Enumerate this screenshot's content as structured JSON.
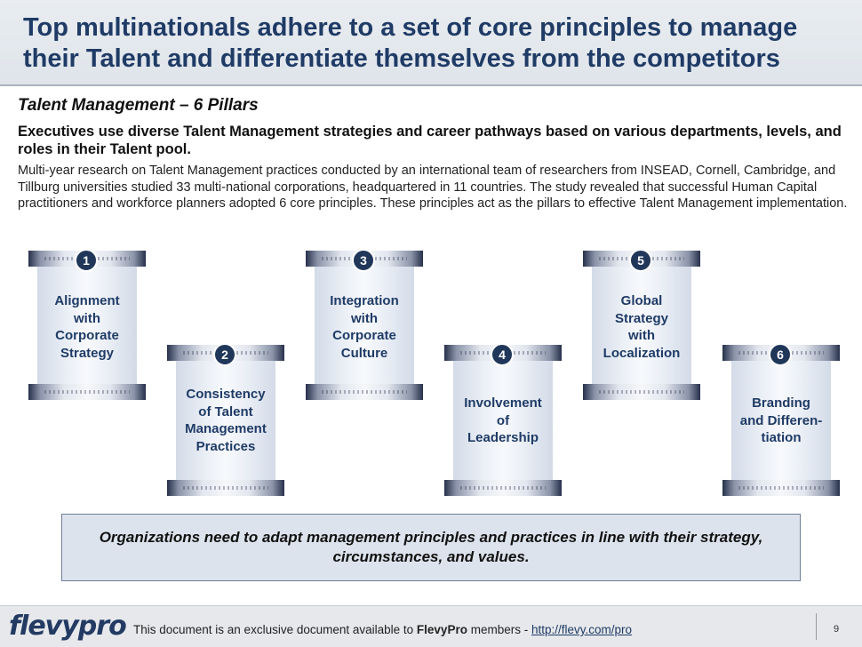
{
  "header": {
    "title": "Top multinationals adhere to a set of core principles to manage their Talent and differentiate themselves from the competitors"
  },
  "section": {
    "title": "Talent Management – 6 Pillars",
    "lead": "Executives use diverse Talent Management strategies and career pathways based on various departments, levels, and roles in their Talent pool.",
    "body": "Multi-year research on Talent Management practices conducted by an international team of researchers from INSEAD, Cornell, Cambridge, and Tillburg universities studied 33 multi-national corporations, headquartered in 11 countries.  The study revealed that successful Human Capital practitioners and workforce planners adopted 6 core principles.  These principles act as the pillars to effective Talent Management implementation."
  },
  "pillars": [
    {
      "number": "1",
      "lines": [
        "Alignment",
        "with",
        "Corporate",
        "Strategy"
      ]
    },
    {
      "number": "2",
      "lines": [
        "Consistency",
        "of Talent",
        "Management",
        "Practices"
      ]
    },
    {
      "number": "3",
      "lines": [
        "Integration",
        "with",
        "Corporate",
        "Culture"
      ]
    },
    {
      "number": "4",
      "lines": [
        "Involvement",
        "of",
        "Leadership"
      ]
    },
    {
      "number": "5",
      "lines": [
        "Global",
        "Strategy",
        "with",
        "Localization"
      ]
    },
    {
      "number": "6",
      "lines": [
        "Branding",
        "and Differen-",
        "tiation"
      ]
    }
  ],
  "callout": {
    "text": "Organizations need to adapt management principles and practices in line with their strategy, circumstances, and values."
  },
  "footer": {
    "brand": "flevypro",
    "note_prefix": "This document is an exclusive document available to ",
    "note_strong": "FlevyPro",
    "note_middle": " members - ",
    "note_link": "http://flevy.com/pro",
    "page_number": "9"
  }
}
